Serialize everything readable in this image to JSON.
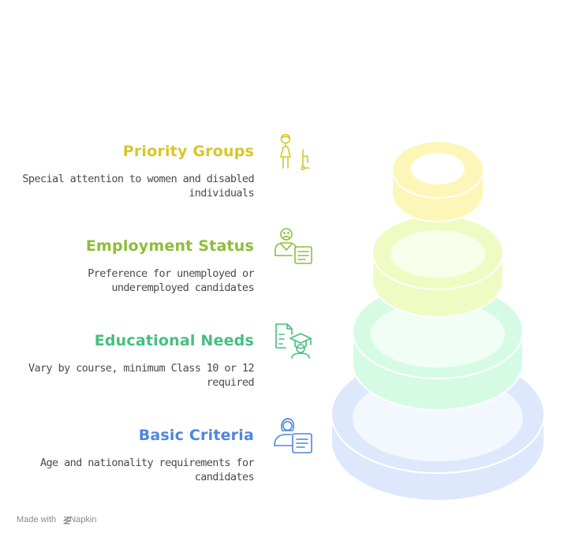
{
  "tiers": [
    {
      "title": "Priority Groups",
      "description": "Special attention to women and disabled individuals",
      "color": "#d6c72a",
      "icon": "woman-disability-icon"
    },
    {
      "title": "Employment Status",
      "description": "Preference for unemployed or underemployed candidates",
      "color": "#8cbe38",
      "icon": "unemployed-person-document-icon"
    },
    {
      "title": "Educational Needs",
      "description": "Vary by course, minimum Class 10 or 12 required",
      "color": "#43c07f",
      "icon": "graduate-certificate-icon"
    },
    {
      "title": "Basic Criteria",
      "description": "Age and nationality requirements for candidates",
      "color": "#4d86e0",
      "icon": "person-document-icon"
    }
  ],
  "ring_colors": {
    "priority": "#fcf7b8",
    "employment": "#eefcc4",
    "educational": "#d6fbe4",
    "basic": "#dde8fc"
  },
  "footer": {
    "made_with": "Made with",
    "brand": "Napkin"
  }
}
